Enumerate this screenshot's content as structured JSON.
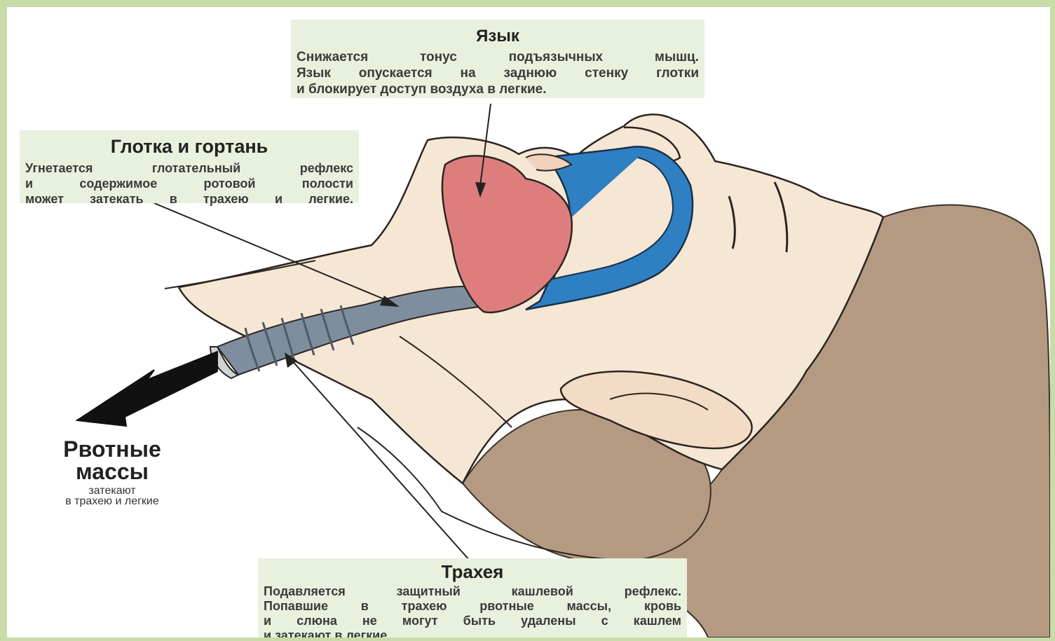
{
  "labels": {
    "tongue": {
      "title": "Язык",
      "lines": [
        "Снижается тонус подъязычных мышц.",
        "Язык опускается на заднюю стенку глотки",
        "и блокирует доступ воздуха в легкие."
      ]
    },
    "pharynx": {
      "title": "Глотка и гортань",
      "lines": [
        "Угнетается глотательный рефлекс",
        "и содержимое ротовой полости",
        "может затекать в трахею и легкие."
      ]
    },
    "trachea": {
      "title": "Трахея",
      "lines": [
        "Подавляется защитный кашлевой рефлекс.",
        "Попавшие в трахею рвотные массы, кровь",
        "и слюна не могут быть удалены с кашлем",
        "и затекают в легкие."
      ]
    },
    "vomit": {
      "title_line1": "Рвотные",
      "title_line2": "массы",
      "sub_line1": "затекают",
      "sub_line2": "в трахею и легкие"
    }
  },
  "colors": {
    "frame": "#c8dca7",
    "label_bg": "#e8f1de",
    "skin": "#f6e6d4",
    "hair": "#b49a82",
    "tongue": "#de7d7d",
    "airway": "#2f7fc3",
    "trachea": "#7f8e9f"
  }
}
